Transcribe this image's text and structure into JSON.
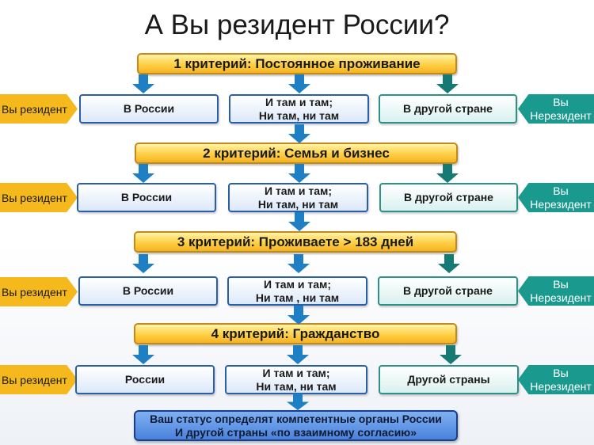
{
  "title": "А Вы резидент России?",
  "colors": {
    "criterion_fill": "#ffcf45",
    "criterion_border": "#c28a1a",
    "left_box_border": "#2a5fa8",
    "right_box_border": "#2e9188",
    "resident_tag": "#f5b91e",
    "nonresident_tag": "#1a9a8e",
    "arrow_blue": "#1f7fc4",
    "arrow_teal": "#157a74",
    "final_fill": "#4a82dc"
  },
  "criteria": [
    {
      "label": "1 критерий: Постоянное проживание",
      "left": "В России",
      "middle_line1": "И там и там;",
      "middle_line2": "Ни там, ни там",
      "right": "В другой стране",
      "resident": "Вы резидент",
      "nonresident_line1": "Вы",
      "nonresident_line2": "Нерезидент"
    },
    {
      "label": "2 критерий: Семья и бизнес",
      "left": "В России",
      "middle_line1": "И там и там;",
      "middle_line2": "Ни там, ни там",
      "right": "В другой стране",
      "resident": "Вы резидент",
      "nonresident_line1": "Вы",
      "nonresident_line2": "Нерезидент"
    },
    {
      "label": "3 критерий: Проживаете > 183 дней",
      "left": "В России",
      "middle_line1": "И там и там;",
      "middle_line2": "Ни там , ни там",
      "right": "В другой стране",
      "resident": "Вы резидент",
      "nonresident_line1": "Вы",
      "nonresident_line2": "Нерезидент"
    },
    {
      "label": "4 критерий: Гражданство",
      "left": "России",
      "middle_line1": "И там и там;",
      "middle_line2": "Ни там, ни там",
      "right": "Другой страны",
      "resident": "Вы резидент",
      "nonresident_line1": "Вы",
      "nonresident_line2": "Нерезидент"
    }
  ],
  "final": {
    "line1": "Ваш статус определят компетентные органы России",
    "line2": "И другой страны «по взаимному согласию»"
  }
}
